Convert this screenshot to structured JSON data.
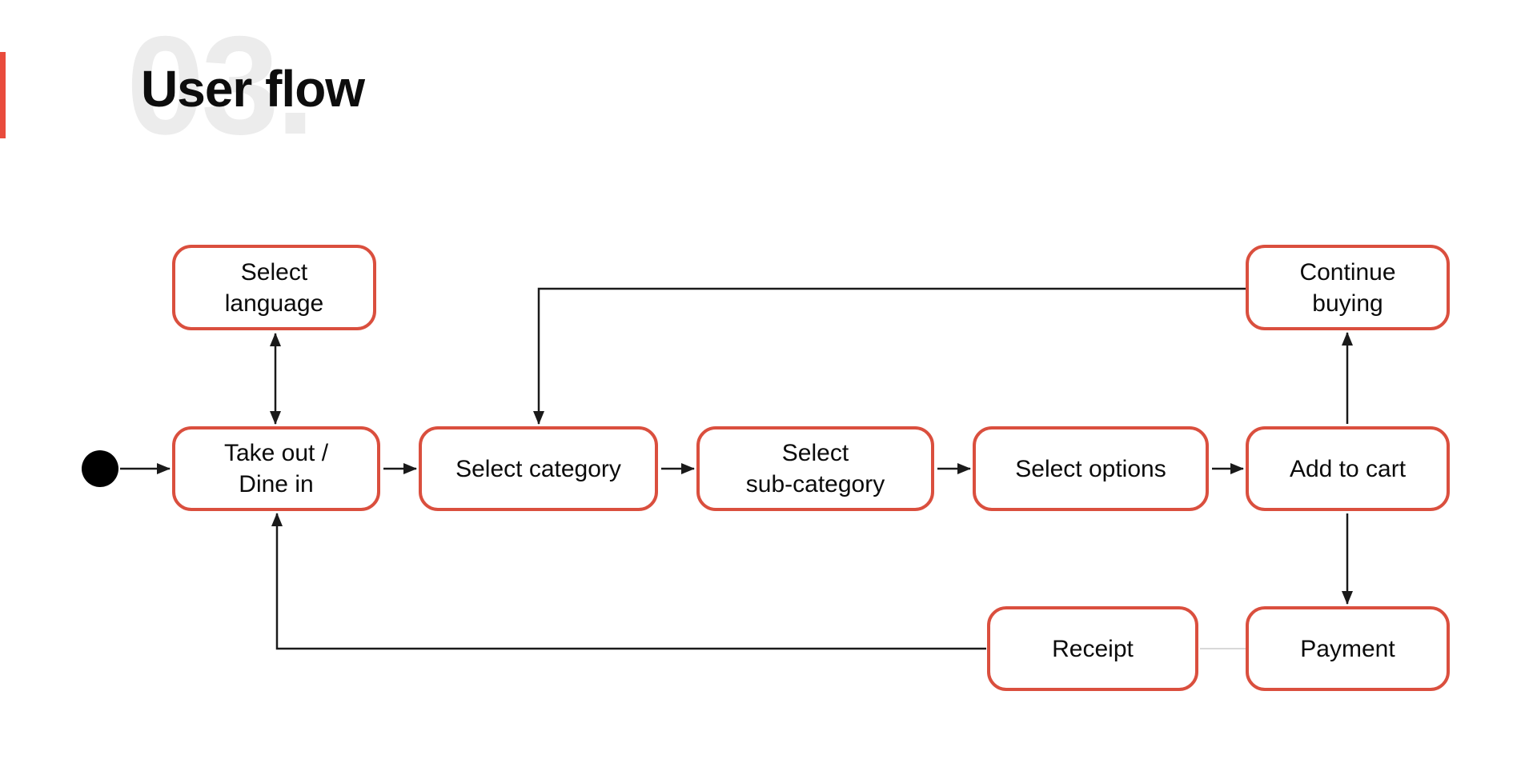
{
  "slide": {
    "title": "User flow",
    "watermark": "03."
  },
  "colors": {
    "accent_bar": "#E94B3C",
    "box_border": "#DA4F3E",
    "watermark": "#ECECEC",
    "line": "#1A1A1A",
    "connector_gray": "#D8D8D8"
  },
  "diagram": {
    "start_marker": "filled-circle",
    "nodes": {
      "select_language": {
        "label": "Select\nlanguage"
      },
      "take_out_dine_in": {
        "label": "Take out /\nDine in"
      },
      "select_category": {
        "label": "Select category"
      },
      "select_sub_category": {
        "label": "Select\nsub-category"
      },
      "select_options": {
        "label": "Select options"
      },
      "add_to_cart": {
        "label": "Add to cart"
      },
      "continue_buying": {
        "label": "Continue\nbuying"
      },
      "receipt": {
        "label": "Receipt"
      },
      "payment": {
        "label": "Payment"
      }
    },
    "edges": [
      {
        "from": "start",
        "to": "take_out_dine_in",
        "arrows": "end"
      },
      {
        "from": "take_out_dine_in",
        "to": "select_language",
        "arrows": "both"
      },
      {
        "from": "take_out_dine_in",
        "to": "select_category",
        "arrows": "end"
      },
      {
        "from": "select_category",
        "to": "select_sub_category",
        "arrows": "end"
      },
      {
        "from": "select_sub_category",
        "to": "select_options",
        "arrows": "end"
      },
      {
        "from": "select_options",
        "to": "add_to_cart",
        "arrows": "end"
      },
      {
        "from": "add_to_cart",
        "to": "continue_buying",
        "arrows": "end"
      },
      {
        "from": "continue_buying",
        "to": "select_category",
        "arrows": "end"
      },
      {
        "from": "add_to_cart",
        "to": "payment",
        "arrows": "end"
      },
      {
        "from": "payment",
        "to": "receipt",
        "arrows": "none"
      },
      {
        "from": "receipt",
        "to": "take_out_dine_in",
        "arrows": "end"
      }
    ]
  }
}
